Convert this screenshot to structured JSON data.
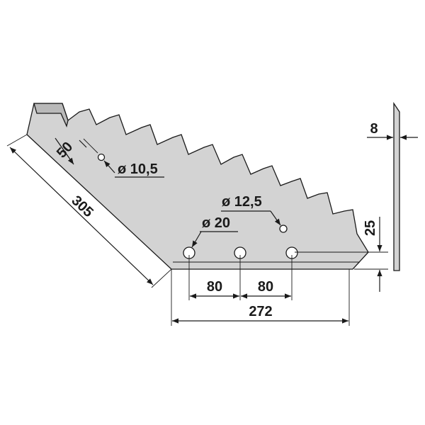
{
  "colors": {
    "blade_fill": "#d3d3d3",
    "blade_edge_fill": "#b9b9b9",
    "outline": "#1a1a1a",
    "background": "#ffffff"
  },
  "dimensions": {
    "diagonal_length": "305",
    "hole_offset": "50",
    "small_hole_diameter": "ø 10,5",
    "medium_hole_diameter": "ø 12,5",
    "large_hole_diameter": "ø 20",
    "spacing_left": "80",
    "spacing_right": "80",
    "overall_width": "272",
    "height": "25",
    "thickness": "8"
  }
}
